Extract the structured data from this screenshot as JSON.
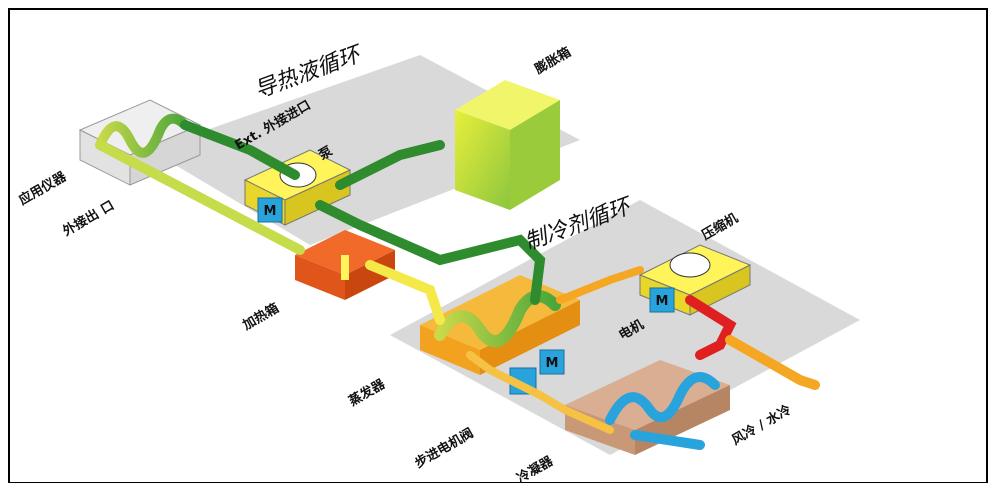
{
  "titles": {
    "heat_loop": "导热液循环",
    "refrigerant_loop": "制冷剂循环"
  },
  "labels": {
    "expansion_tank": "膨胀箱",
    "ext_inlet": "Ext. 外接进口",
    "pump": "泵",
    "application": "应用仪器",
    "ext_outlet": "外接出 口",
    "heater": "加热箱",
    "compressor": "压缩机",
    "motor": "电机",
    "evaporator": "蒸发器",
    "stepper_valve": "步进电机阀",
    "condenser": "冷凝器",
    "cooling": "风冷 / 水冷",
    "motor_badge": "M"
  },
  "colors": {
    "green_dark": "#2e8b2e",
    "green_light": "#b8d23a",
    "yellow": "#f5e94a",
    "orange": "#f5a623",
    "red": "#e02020",
    "blue": "#29a3dc",
    "plate": "#d9d9d9"
  }
}
